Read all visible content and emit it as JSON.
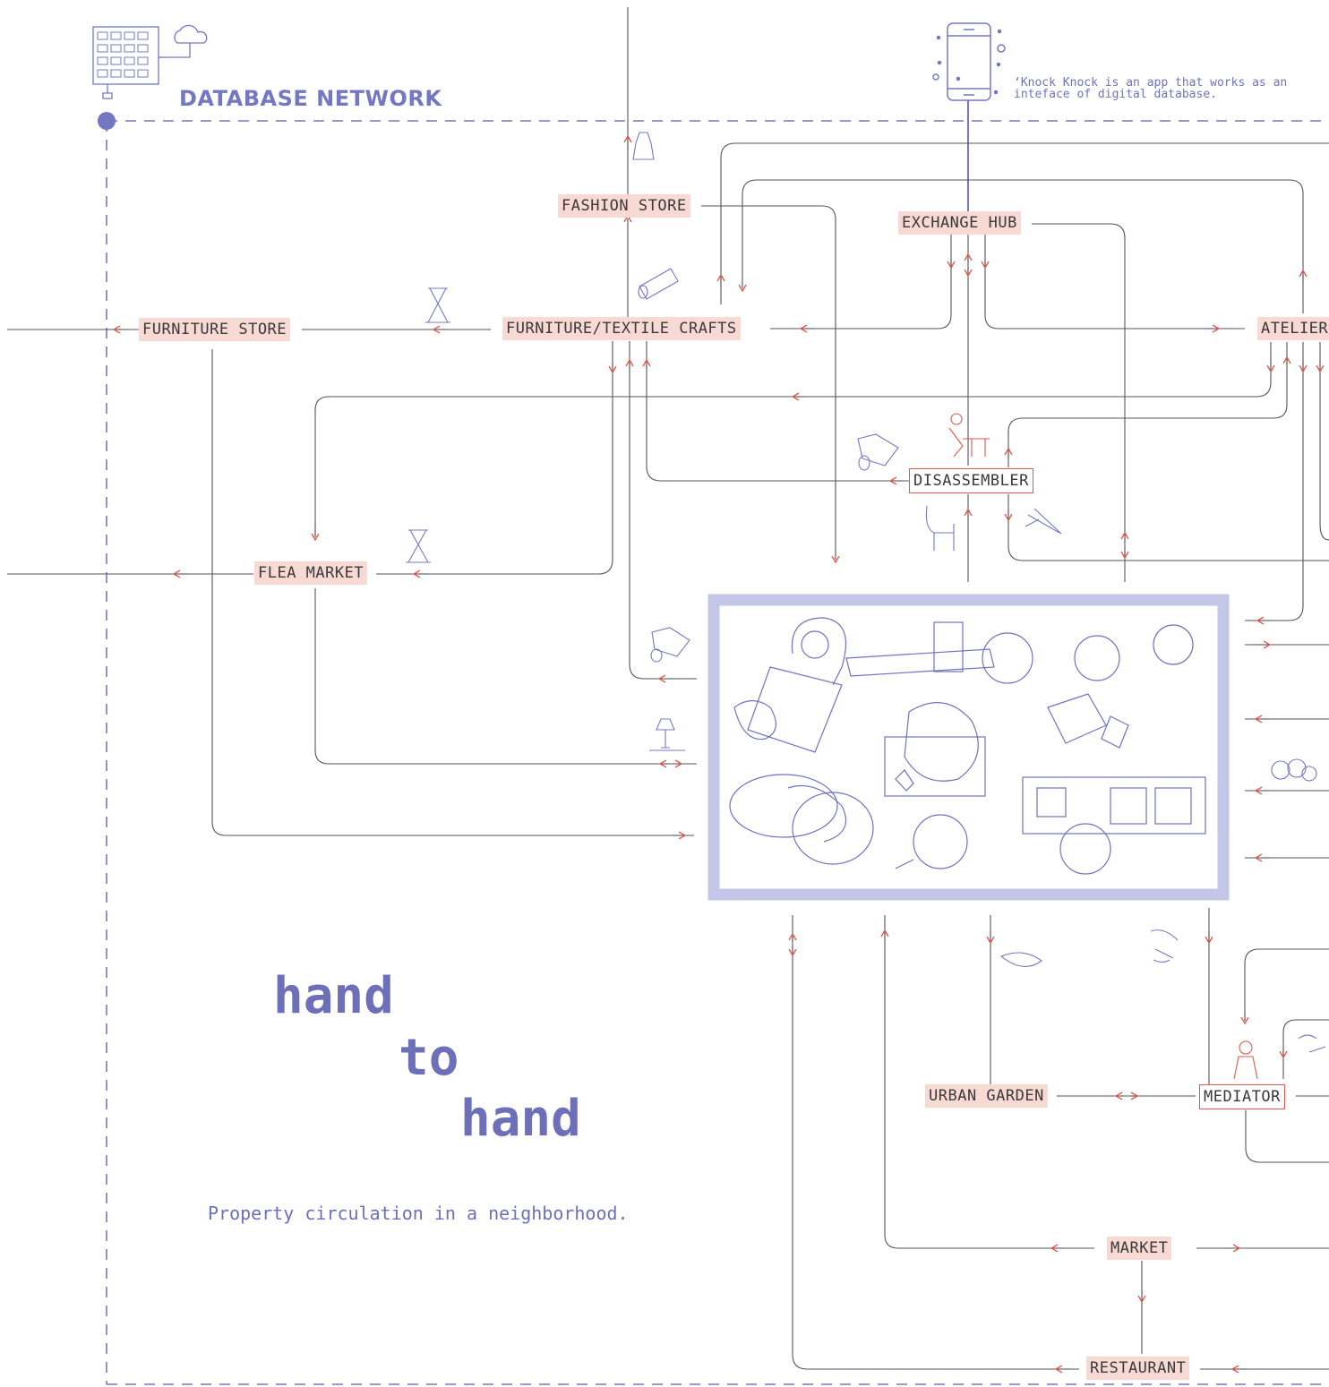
{
  "network": {
    "label": "DATABASE NETWORK"
  },
  "app_note": "‘Knock Knock is an app that works as an inteface of digital database.",
  "title": {
    "line1": "hand",
    "line2": "to",
    "line3": "hand"
  },
  "subtitle": "Property circulation in a neighborhood.",
  "nodes": {
    "fashion_store": "FASHION STORE",
    "exchange_hub": "EXCHANGE HUB",
    "furniture_store": "FURNITURE STORE",
    "crafts": "FURNITURE/TEXTILE CRAFTS",
    "atelier": "ATELIER",
    "disassembler": "DISASSEMBLER",
    "flea_market": "FLEA MARKET",
    "urban_garden": "URBAN GARDEN",
    "mediator": "MEDIATOR",
    "market": "MARKET",
    "restaurant": "RESTAURANT"
  },
  "colors": {
    "accent": "#7478c2",
    "arrow": "#e2574c",
    "label_bg": "#f8d9d4",
    "line": "#555555",
    "frame": "#c3c6e6"
  }
}
